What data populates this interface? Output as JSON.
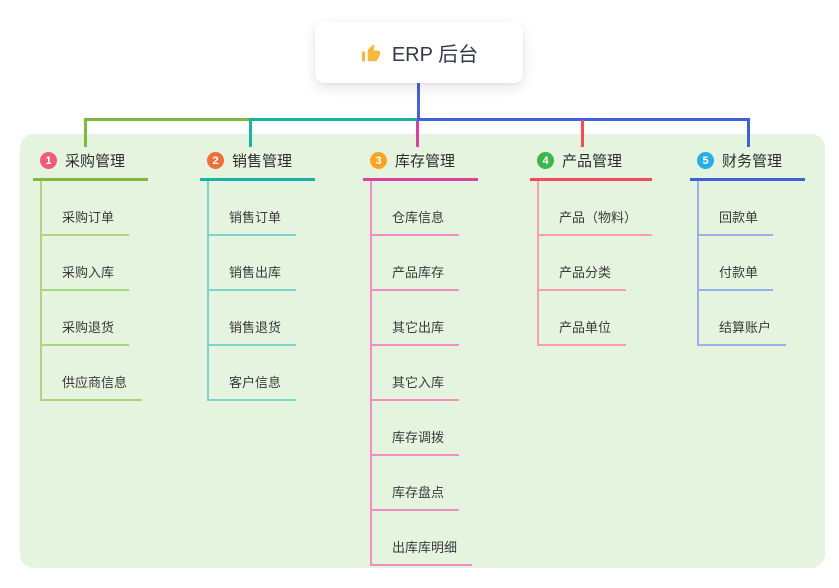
{
  "root": {
    "title": "ERP 后台",
    "icon": "thumbs-up-icon",
    "icon_color": "#f5b941"
  },
  "colors": {
    "panel_bg": "#e5f4df",
    "root_connector": "#4a62d8"
  },
  "branches": [
    {
      "number": "1",
      "title": "采购管理",
      "color": "#7eb93f",
      "light_color": "#a9d67f",
      "badge_color": "#f25c72",
      "children": [
        "采购订单",
        "采购入库",
        "采购退货",
        "供应商信息"
      ]
    },
    {
      "number": "2",
      "title": "销售管理",
      "color": "#17b3a6",
      "light_color": "#7fd4c9",
      "badge_color": "#ee7038",
      "children": [
        "销售订单",
        "销售出库",
        "销售退货",
        "客户信息"
      ]
    },
    {
      "number": "3",
      "title": "库存管理",
      "color": "#df3f9d",
      "light_color": "#f08fc2",
      "badge_color": "#f9a423",
      "children": [
        "仓库信息",
        "产品库存",
        "其它出库",
        "其它入库",
        "库存调拨",
        "库存盘点",
        "出库库明细"
      ]
    },
    {
      "number": "4",
      "title": "产品管理",
      "color": "#f84a5a",
      "light_color": "#f8a0a4",
      "badge_color": "#3cb54e",
      "children": [
        "产品（物料）",
        "产品分类",
        "产品单位"
      ]
    },
    {
      "number": "5",
      "title": "财务管理",
      "color": "#3b63d6",
      "light_color": "#9bb0e8",
      "badge_color": "#29ade8",
      "children": [
        "回款单",
        "付款单",
        "结算账户"
      ]
    }
  ]
}
